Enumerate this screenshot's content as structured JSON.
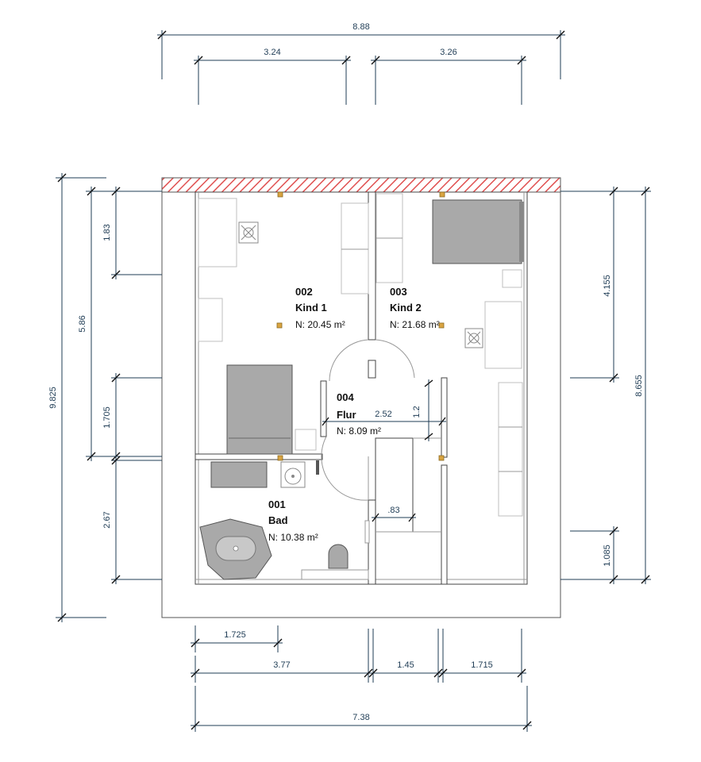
{
  "colors": {
    "dimension": "#1f3c55",
    "hatch": "#e05050",
    "furniture_fill": "#a9a9a9",
    "post": "#d9a441"
  },
  "dimensions": {
    "top_total": "8.88",
    "top_left": "3.24",
    "top_right": "3.26",
    "left_total": "9.825",
    "left_mid": "5.86",
    "left_top": "1.83",
    "left_middle": "1.705",
    "left_bottom": "2.67",
    "right_total": "8.655",
    "right_top": "4.155",
    "right_bottom": "1.085",
    "bottom_short": "1.725",
    "bottom_a": "3.77",
    "bottom_b": "1.45",
    "bottom_c": "1.715",
    "bottom_total": "7.38",
    "hall_width": "2.52",
    "hall_depth": "1.2",
    "stair": ".83"
  },
  "rooms": [
    {
      "number": "002",
      "name": "Kind 1",
      "area": "N:  20.45  m²"
    },
    {
      "number": "003",
      "name": "Kind 2",
      "area": "N:  21.68  m²"
    },
    {
      "number": "004",
      "name": "Flur",
      "area": "N:  8.09  m²"
    },
    {
      "number": "001",
      "name": "Bad",
      "area": "N:  10.38  m²"
    }
  ]
}
